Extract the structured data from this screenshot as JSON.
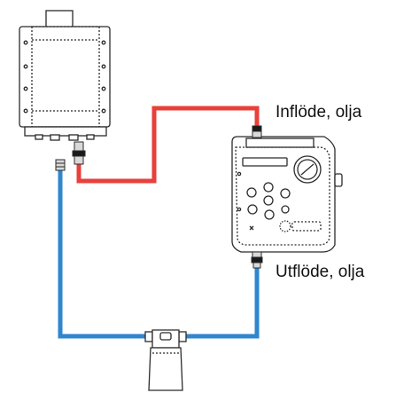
{
  "labels": {
    "inflow": "Inflöde, olja",
    "outflow": "Utflöde, olja"
  },
  "colors": {
    "inflow_hose": "#e8403a",
    "outflow_hose": "#2e86cf",
    "outline": "#2b2b2b",
    "background": "#ffffff"
  },
  "components": [
    "tank-unit",
    "control-unit",
    "filter-canister"
  ]
}
